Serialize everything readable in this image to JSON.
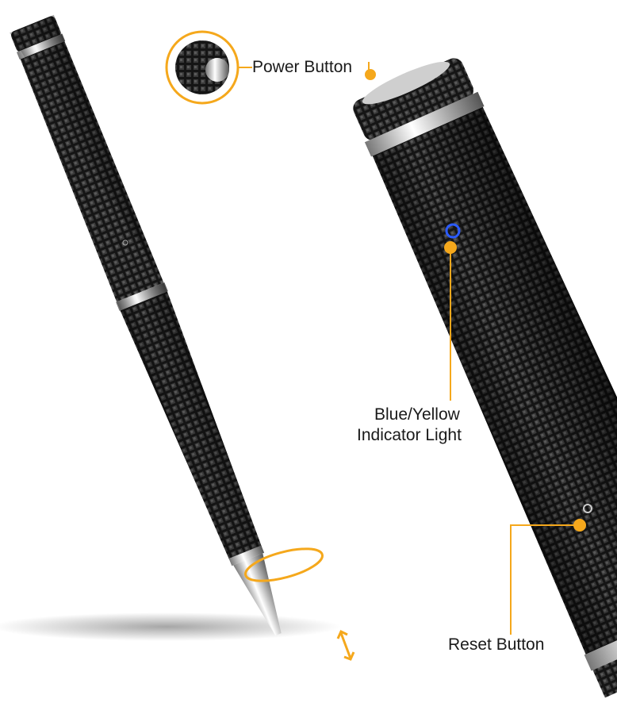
{
  "labels": {
    "power_button": "Power Button",
    "indicator_line1": "Blue/Yellow",
    "indicator_line2": "Indicator Light",
    "reset_button": "Reset Button"
  },
  "colors": {
    "accent": "#f5a81c",
    "pen_body": "#161616",
    "chrome": "#d9d9d9",
    "indicator_led": "#2b5bff"
  }
}
